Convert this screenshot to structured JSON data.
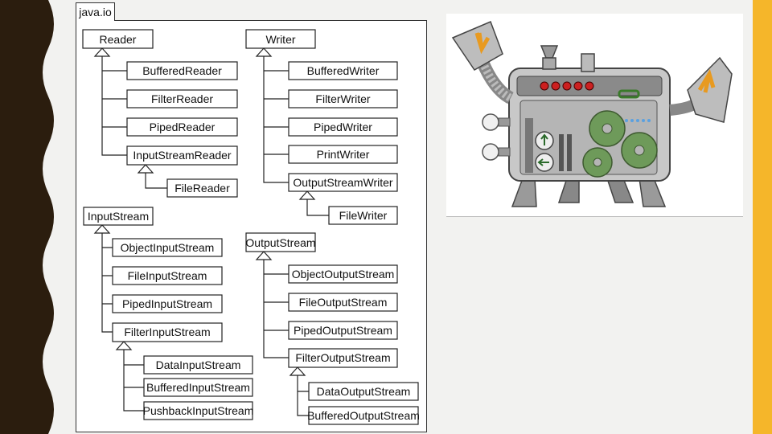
{
  "theme": {
    "accent": "#f5b62a",
    "dark": "#2b1d0e",
    "background": "#f2f2f0"
  },
  "package": {
    "name": "java.io"
  },
  "classes": {
    "reader": "Reader",
    "buffered_reader": "BufferedReader",
    "filter_reader": "FilterReader",
    "piped_reader": "PipedReader",
    "input_stream_reader": "InputStreamReader",
    "file_reader": "FileReader",
    "writer": "Writer",
    "buffered_writer": "BufferedWriter",
    "filter_writer": "FilterWriter",
    "piped_writer": "PipedWriter",
    "print_writer": "PrintWriter",
    "output_stream_writer": "OutputStreamWriter",
    "file_writer": "FileWriter",
    "input_stream": "InputStream",
    "object_input_stream": "ObjectInputStream",
    "file_input_stream": "FileInputStream",
    "piped_input_stream": "PipedInputStream",
    "filter_input_stream": "FilterInputStream",
    "data_input_stream": "DataInputStream",
    "buffered_input_stream": "BufferedInputStream",
    "pushback_input_stream": "PushbackInputStream",
    "output_stream": "OutputStream",
    "object_output_stream": "ObjectOutputStream",
    "file_output_stream": "FileOutputStream",
    "piped_output_stream": "PipedOutputStream",
    "filter_output_stream": "FilterOutputStream",
    "data_output_stream": "DataOutputStream",
    "buffered_output_stream": "BufferedOutputStream"
  },
  "illustration": {
    "icon": "stream-machine-illustration"
  }
}
